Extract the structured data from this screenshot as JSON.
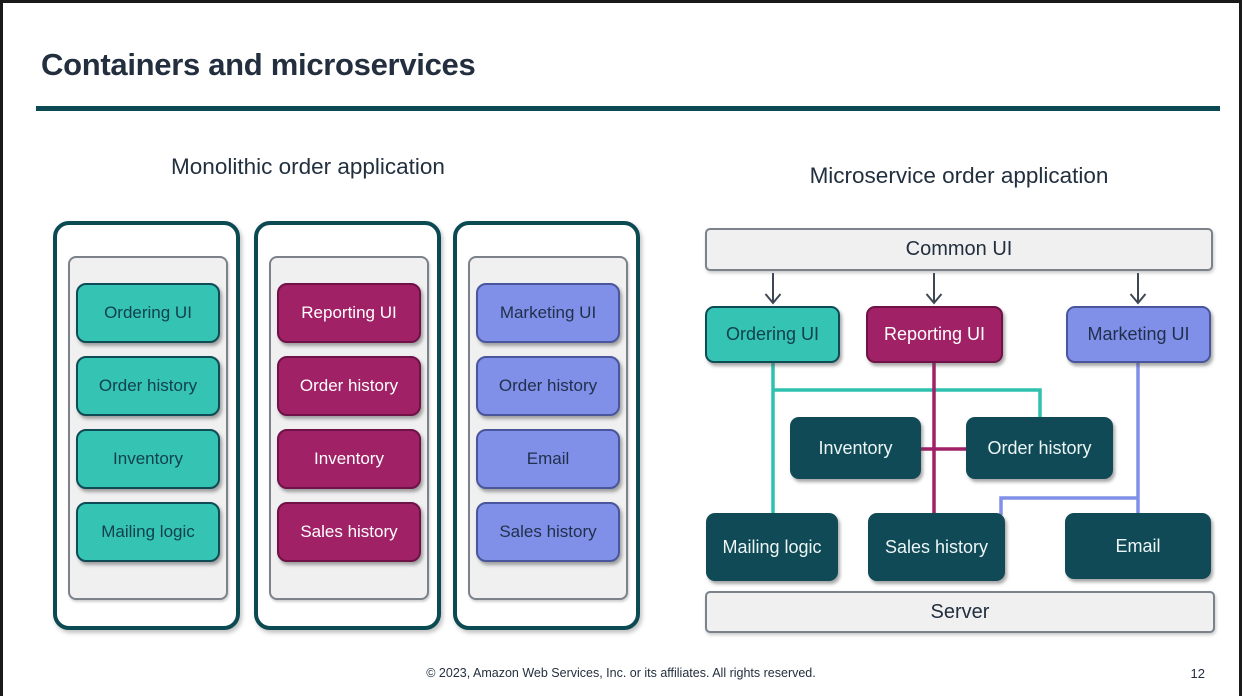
{
  "slide": {
    "title": "Containers and microservices",
    "footer": "© 2023, Amazon Web Services, Inc. or its affiliates. All rights reserved.",
    "page_number": "12"
  },
  "colors": {
    "teal": "#2fc0ae",
    "magenta": "#a02166",
    "periwinkle": "#8090e8",
    "dark_teal": "#0f4a56",
    "accent_rule": "#0c4a53",
    "arrow": "#3d4754"
  },
  "monolith": {
    "heading": "Monolithic order application",
    "columns": [
      {
        "theme": "teal",
        "boxes": [
          "Ordering UI",
          "Order history",
          "Inventory",
          "Mailing logic"
        ]
      },
      {
        "theme": "magenta",
        "boxes": [
          "Reporting UI",
          "Order history",
          "Inventory",
          "Sales history"
        ]
      },
      {
        "theme": "periwinkle",
        "boxes": [
          "Marketing UI",
          "Order history",
          "Email",
          "Sales history"
        ]
      }
    ]
  },
  "microservice": {
    "heading": "Microservice order application",
    "common_ui": "Common UI",
    "server": "Server",
    "services": [
      {
        "label": "Ordering UI",
        "theme": "teal"
      },
      {
        "label": "Reporting UI",
        "theme": "magenta"
      },
      {
        "label": "Marketing UI",
        "theme": "periwinkle"
      }
    ],
    "components": [
      "Inventory",
      "Order history",
      "Mailing logic",
      "Sales history",
      "Email"
    ]
  }
}
